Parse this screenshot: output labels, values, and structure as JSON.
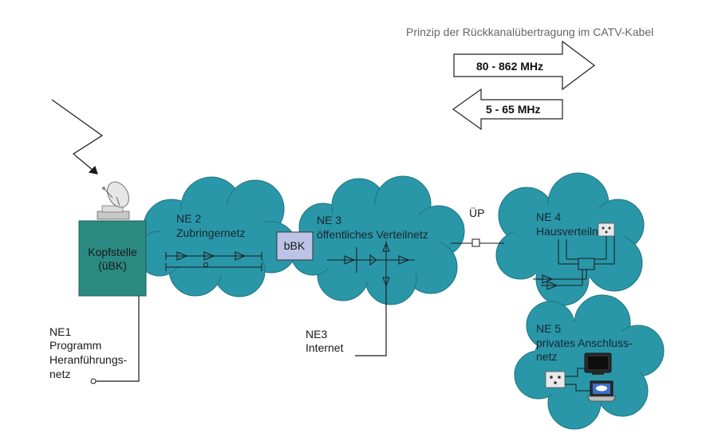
{
  "title": "Prinzip der Rückkanalübertragung im CATV-Kabel",
  "colors": {
    "cloud": "#2a97a8",
    "cloud_edge": "#1c7480",
    "kopfstelle": "#2a8a82",
    "bbk": "#bcc3e6",
    "line": "#1a1a1a"
  },
  "arrows": {
    "downstream": "80 - 862 MHz",
    "upstream": "5 - 65 MHz"
  },
  "kopfstelle": {
    "line1": "Kopfstelle",
    "line2": "(üBK)"
  },
  "bbk": "bBK",
  "up": "ÜP",
  "ne1": [
    "NE1",
    "Programm",
    "Heranführungs-",
    "netz"
  ],
  "ne2": [
    "NE 2",
    "Zubringernetz"
  ],
  "ne3": [
    "NE 3",
    "öffentliches Verteilnetz"
  ],
  "ne3_internet": [
    "NE3",
    "Internet"
  ],
  "ne4": [
    "NE 4",
    "Hausverteilnetz"
  ],
  "ne5": [
    "NE 5",
    "privates Anschluss-",
    "netz"
  ],
  "icons": [
    "satellite-dish-icon",
    "lightning-signal-icon",
    "amplifier-icon",
    "splitter-icon",
    "wall-socket-icon",
    "tv-icon",
    "computer-icon"
  ]
}
